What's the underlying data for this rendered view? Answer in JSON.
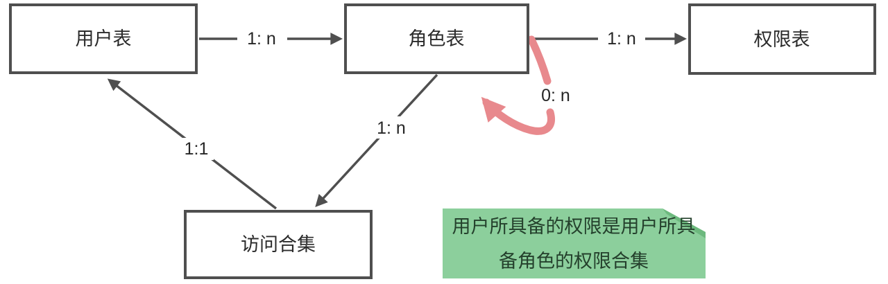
{
  "diagram": {
    "nodes": [
      {
        "id": "user-table",
        "label": "用户表"
      },
      {
        "id": "role-table",
        "label": "角色表"
      },
      {
        "id": "permission-table",
        "label": "权限表"
      },
      {
        "id": "access-collection",
        "label": "访问合集"
      }
    ],
    "edges": [
      {
        "from": "user-table",
        "to": "role-table",
        "label": "1: n"
      },
      {
        "from": "role-table",
        "to": "permission-table",
        "label": "1: n"
      },
      {
        "from": "role-table",
        "to": "role-table",
        "label": "0: n"
      },
      {
        "from": "access-collection",
        "to": "user-table",
        "label": "1:1"
      },
      {
        "from": "role-table",
        "to": "access-collection",
        "label": "1: n"
      }
    ],
    "note": {
      "line1": "用户所具备的权限是用户所具",
      "line2": "备角色的权限合集"
    },
    "colors": {
      "line": "#4f4f4f",
      "box_border": "#4f4f4f",
      "box_fill": "#ffffff",
      "text": "#2b2b2b",
      "self_loop": "#e8898d",
      "note_bg": "#8ccf9c",
      "note_fold": "#6db97e",
      "note_text": "#24402c"
    }
  }
}
